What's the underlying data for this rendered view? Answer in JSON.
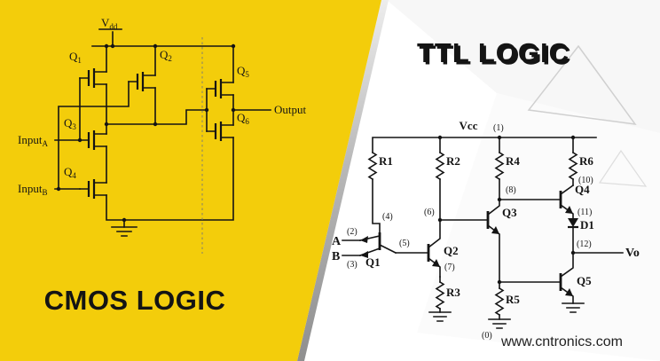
{
  "cmos": {
    "title": "CMOS LOGIC",
    "supply": {
      "base": "V",
      "sub": "dd"
    },
    "output_label": "Output",
    "inputs": {
      "a": {
        "base": "Input",
        "sub": "A"
      },
      "b": {
        "base": "Input",
        "sub": "B"
      }
    },
    "transistors": {
      "q1": {
        "base": "Q",
        "sub": "1"
      },
      "q2": {
        "base": "Q",
        "sub": "2"
      },
      "q3": {
        "base": "Q",
        "sub": "3"
      },
      "q4": {
        "base": "Q",
        "sub": "4"
      },
      "q5": {
        "base": "Q",
        "sub": "5"
      },
      "q6": {
        "base": "Q",
        "sub": "6"
      }
    }
  },
  "ttl": {
    "title": "TTL LOGIC",
    "supply": "Vcc",
    "output_label": "Vo",
    "inputs": {
      "a": "A",
      "b": "B"
    },
    "resistors": {
      "r1": "R1",
      "r2": "R2",
      "r3": "R3",
      "r4": "R4",
      "r5": "R5",
      "r6": "R6"
    },
    "transistors": {
      "q1": "Q1",
      "q2": "Q2",
      "q3": "Q3",
      "q4": "Q4",
      "q5": "Q5"
    },
    "diode": "D1",
    "nodes": {
      "n0": "(0)",
      "n1": "(1)",
      "n2": "(2)",
      "n3": "(3)",
      "n4": "(4)",
      "n5": "(5)",
      "n6": "(6)",
      "n7": "(7)",
      "n8": "(8)",
      "n10": "(10)",
      "n11": "(11)",
      "n12": "(12)"
    }
  },
  "watermark": "www.cntronics.com",
  "colors": {
    "panel_yellow": "#F3CD0B",
    "divider_gray": "#ABABAB",
    "ink": "#141414",
    "watermark_green": "#8CC63F"
  }
}
